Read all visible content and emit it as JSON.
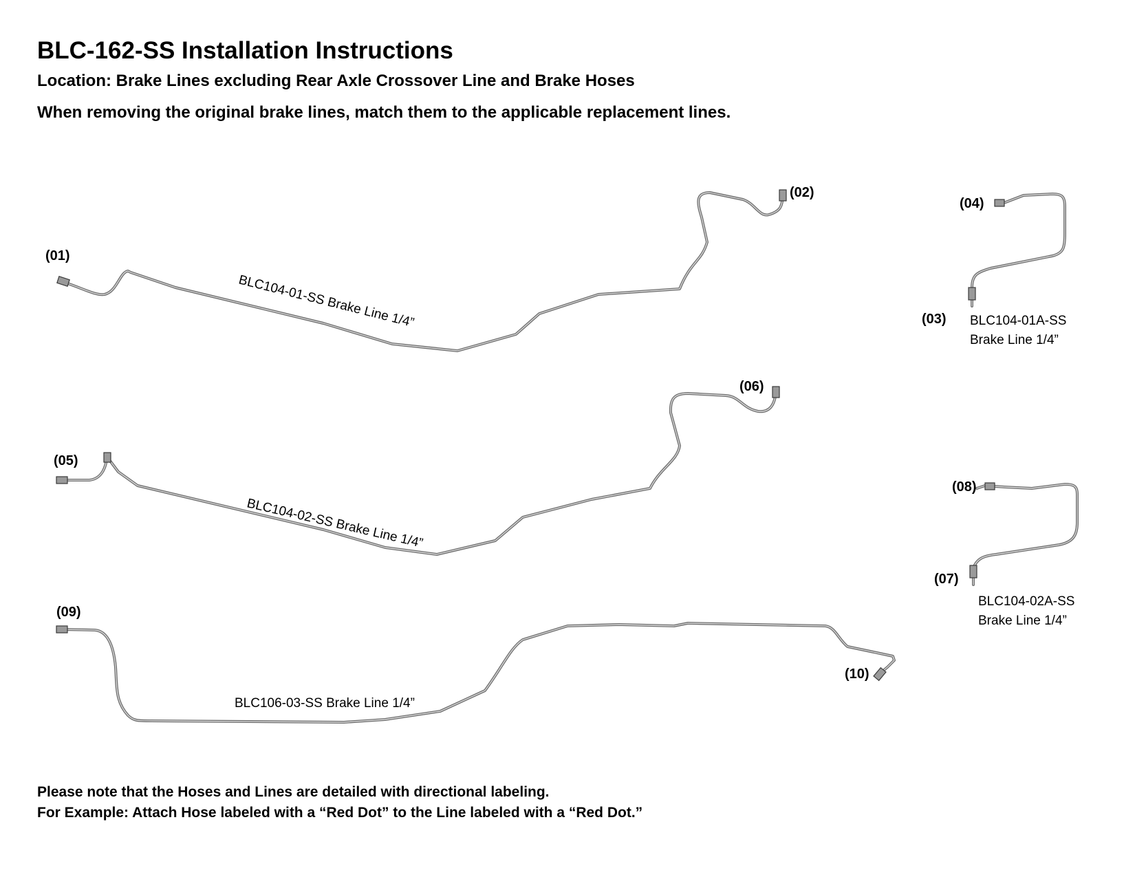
{
  "header": {
    "title": "BLC-162-SS Installation Instructions",
    "location": "Location: Brake Lines excluding Rear Axle Crossover Line and Brake Hoses",
    "instruction": "When removing the original brake lines, match them to the applicable replacement lines."
  },
  "callouts": {
    "c01": "(01)",
    "c02": "(02)",
    "c03": "(03)",
    "c04": "(04)",
    "c05": "(05)",
    "c06": "(06)",
    "c07": "(07)",
    "c08": "(08)",
    "c09": "(09)",
    "c10": "(10)"
  },
  "lines": {
    "line1": "BLC104-01-SS Brake Line 1/4”",
    "line2_part": "BLC104-01A-SS",
    "line2_desc": "Brake Line  1/4”",
    "line3": "BLC104-02-SS Brake Line 1/4”",
    "line4_part": "BLC104-02A-SS",
    "line4_desc": "Brake Line 1/4”",
    "line5": "BLC106-03-SS Brake Line 1/4”"
  },
  "footer": {
    "note1": "Please note that the Hoses and Lines are detailed with directional labeling.",
    "note2": "For Example: Attach Hose labeled with a “Red Dot” to the Line labeled with a “Red Dot.”"
  },
  "colors": {
    "pipe": "#6f6f6f",
    "pipe_highlight": "#d6d6d6",
    "fitting": "#9a9a9a"
  }
}
